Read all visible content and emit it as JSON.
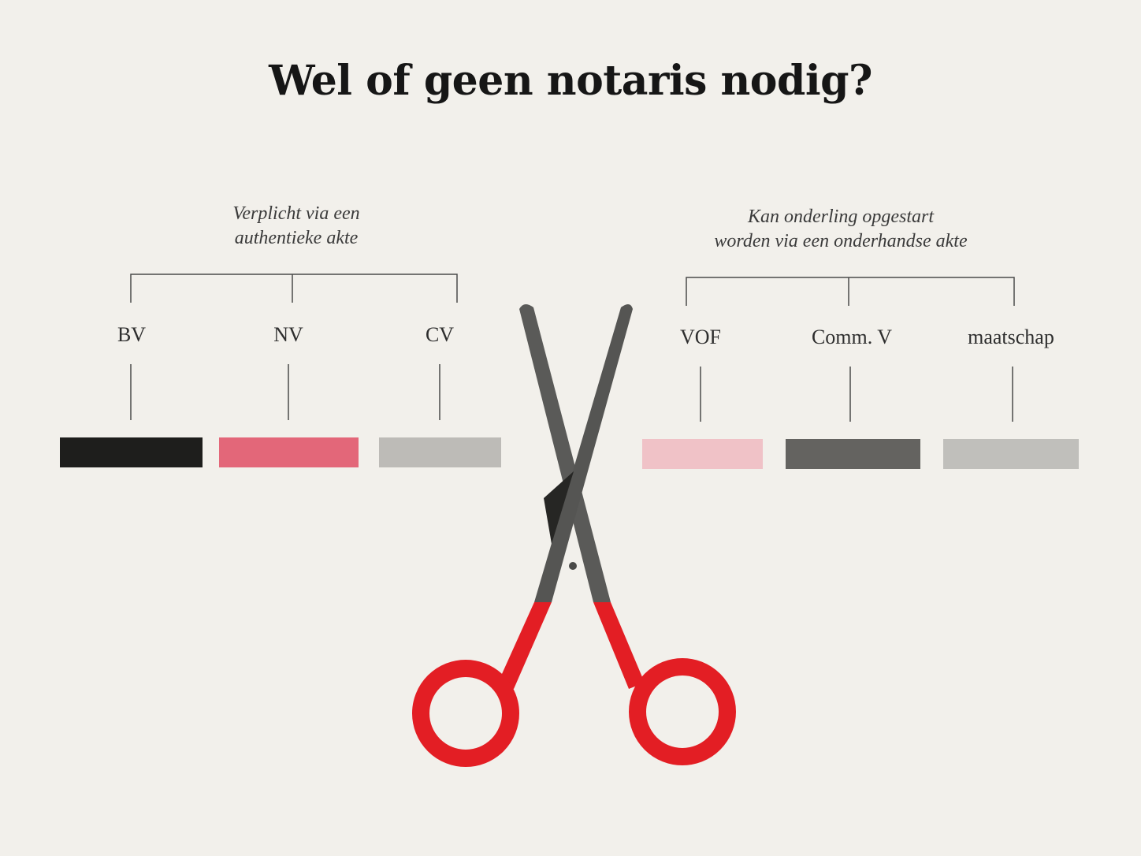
{
  "title": "Wel of geen notaris nodig?",
  "groups": [
    {
      "heading_line1": "Verplicht via een",
      "heading_line2": "authentieke akte",
      "items": [
        {
          "label": "BV",
          "color": "#1e1e1c"
        },
        {
          "label": "NV",
          "color": "#e36779"
        },
        {
          "label": "CV",
          "color": "#bdbbb7"
        }
      ]
    },
    {
      "heading_line1": "Kan onderling opgestart",
      "heading_line2": "worden via een onderhandse akte",
      "items": [
        {
          "label": "VOF",
          "color": "#f0c2c7"
        },
        {
          "label": "Comm. V",
          "color": "#646360"
        },
        {
          "label": "maatschap",
          "color": "#c0bfbb"
        }
      ]
    }
  ],
  "colors": {
    "connector": "#4a4a4a",
    "scissor_blade": "#5a5a58",
    "scissor_blade_shadow": "#2a2a28",
    "scissor_handle": "#e31e24"
  }
}
